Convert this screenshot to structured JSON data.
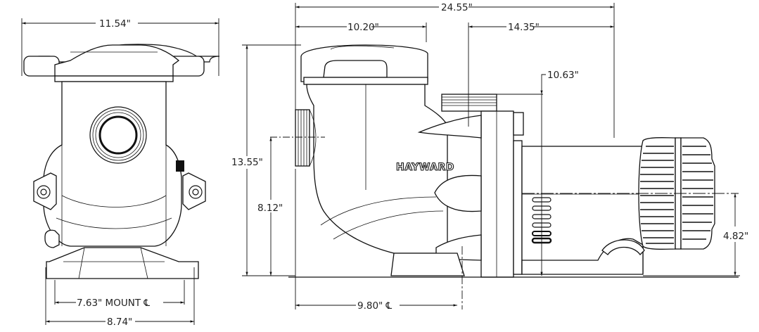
{
  "drawing": {
    "subject": "Pool pump dimensional drawing",
    "brand_label": "HAYWARD",
    "views": {
      "front": {
        "dimensions": {
          "overall_width": "11.54\"",
          "mount_centerline": "7.63\" MOUNT ℄",
          "base_width": "8.74\""
        }
      },
      "side": {
        "dimensions": {
          "overall_length": "24.55\"",
          "inlet_to_discharge": "10.20\"",
          "discharge_to_end": "14.35\"",
          "overall_height": "13.55\"",
          "inlet_height": "8.12\"",
          "discharge_height": "10.63\"",
          "motor_centerline_height": "4.82\"",
          "mount_centerline_offset": "9.80\" ℄"
        }
      }
    }
  }
}
